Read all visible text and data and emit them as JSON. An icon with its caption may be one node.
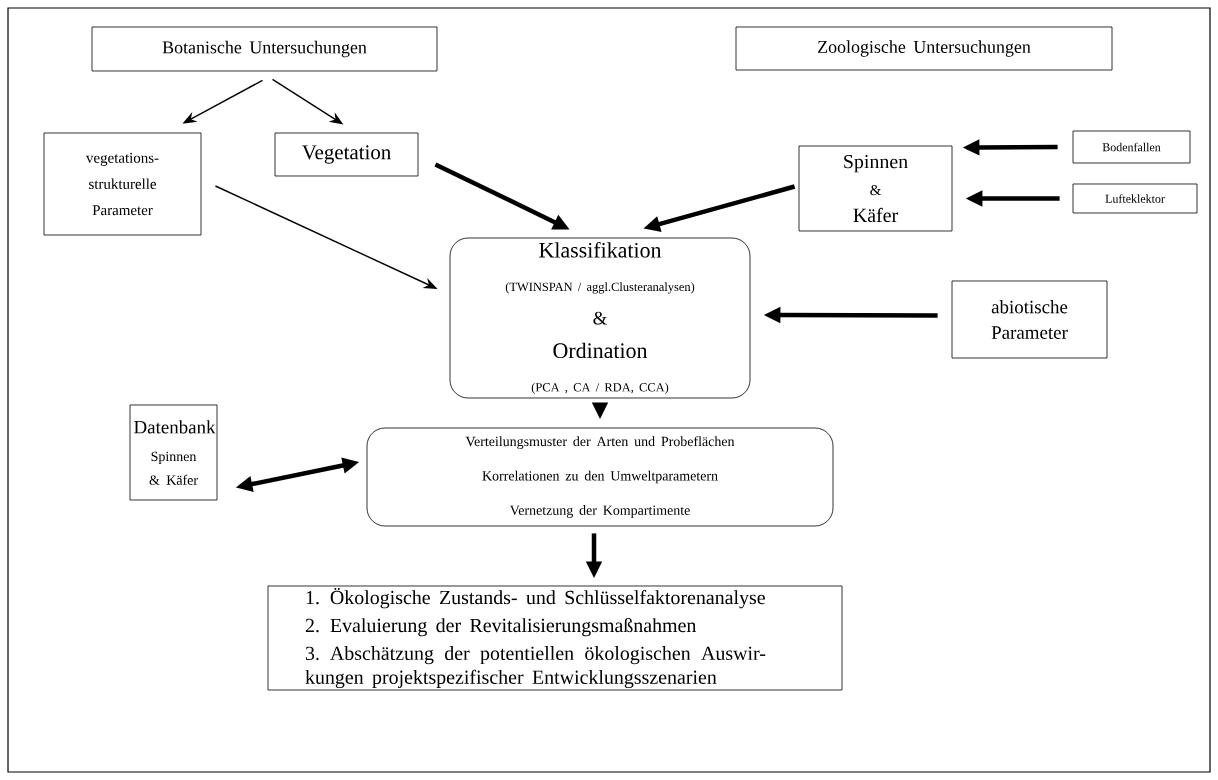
{
  "diagram": {
    "nodes": [
      {
        "text": [
          "Botanische Untersuchungen"
        ]
      },
      {
        "text": [
          "Zoologische Untersuchungen"
        ]
      },
      {
        "text": [
          "vegetations- strukturelle Parameter"
        ]
      },
      {
        "text": [
          "Vegetation"
        ]
      },
      {
        "text": [
          "Spinnen",
          "&",
          "Käfer"
        ]
      },
      {
        "text": [
          "Bodenfallen"
        ]
      },
      {
        "text": [
          "Lufteklektor"
        ]
      },
      {
        "text": [
          "Klassifikation",
          "(TWINSPAN / aggl.Clusteranalysen)",
          "&",
          "Ordination",
          "(PCA , CA / RDA, CCA)"
        ]
      },
      {
        "text": [
          "abiotische Parameter"
        ]
      },
      {
        "text": [
          "Datenbank",
          "Spinnen & Käfer"
        ]
      },
      {
        "text": [
          "Verteilungsmuster der Arten und Probeflächen",
          "Korrelationen zu den Umweltparametern",
          "Vernetzung der Kompartimente"
        ]
      },
      {
        "text": [
          "1. Ökologische Zustands- und Schlüsselfaktorenanalyse",
          "2. Evaluierung der Revitalisierungsmaßnahmen",
          "3. Abschätzung der potentiellen ökologischen Auswir- kungen projektspezifischer Entwicklungsszenarien"
        ]
      }
    ],
    "edges": [
      {
        "from": 0,
        "to": 2,
        "arrow": "to"
      },
      {
        "from": 0,
        "to": 3,
        "arrow": "to"
      },
      {
        "from": 2,
        "to": 7,
        "arrow": "to"
      },
      {
        "from": 3,
        "to": 7,
        "arrow": "to"
      },
      {
        "from": 4,
        "to": 7,
        "arrow": "to"
      },
      {
        "from": 5,
        "to": 4,
        "arrow": "to"
      },
      {
        "from": 6,
        "to": 4,
        "arrow": "to"
      },
      {
        "from": 8,
        "to": 7,
        "arrow": "to"
      },
      {
        "from": 7,
        "to": 10,
        "arrow": "to"
      },
      {
        "from": 9,
        "to": 10,
        "arrow": "both"
      },
      {
        "from": 10,
        "to": 11,
        "arrow": "to"
      }
    ]
  }
}
